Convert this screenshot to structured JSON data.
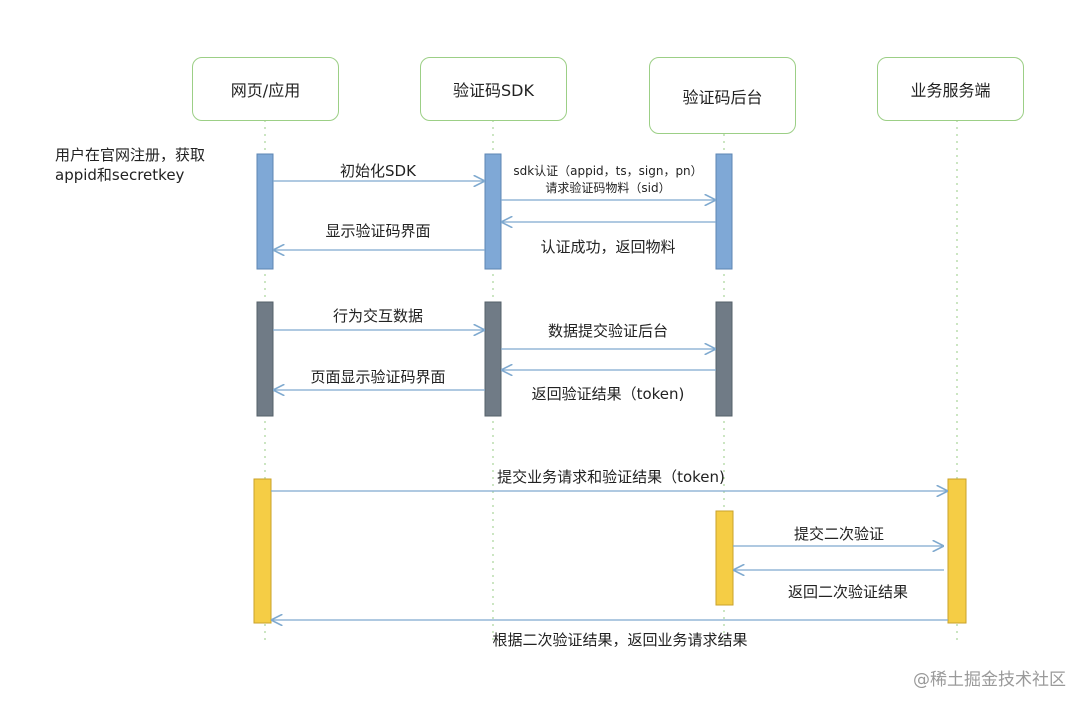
{
  "participants": [
    {
      "id": "web",
      "label": "网页/应用"
    },
    {
      "id": "sdk",
      "label": "验证码SDK"
    },
    {
      "id": "backend",
      "label": "验证码后台"
    },
    {
      "id": "server",
      "label": "业务服务端"
    }
  ],
  "note": {
    "line1": "用户在官网注册，获取",
    "line2": "appid和secretkey"
  },
  "messages": {
    "init_sdk": "初始化SDK",
    "sdk_auth": "sdk认证（appid，ts，sign，pn）",
    "request_material": "请求验证码物料（sid）",
    "show_ui": "显示验证码界面",
    "auth_success": "认证成功，返回物料",
    "interaction_data": "行为交互数据",
    "submit_data": "数据提交验证后台",
    "page_show_ui": "页面显示验证码界面",
    "return_result": "返回验证结果（token)",
    "submit_business": "提交业务请求和验证结果（token)",
    "submit_second": "提交二次验证",
    "return_second": "返回二次验证结果",
    "final_return": "根据二次验证结果，返回业务请求结果"
  },
  "colors": {
    "box_border": "#9ccf86",
    "lifeline": "#a9d49a",
    "arrow": "#7fa9cf",
    "act_blue": "#7fa8d6",
    "act_gray": "#707b86",
    "act_yellow": "#f5cd45"
  },
  "watermark": "@稀土掘金技术社区"
}
